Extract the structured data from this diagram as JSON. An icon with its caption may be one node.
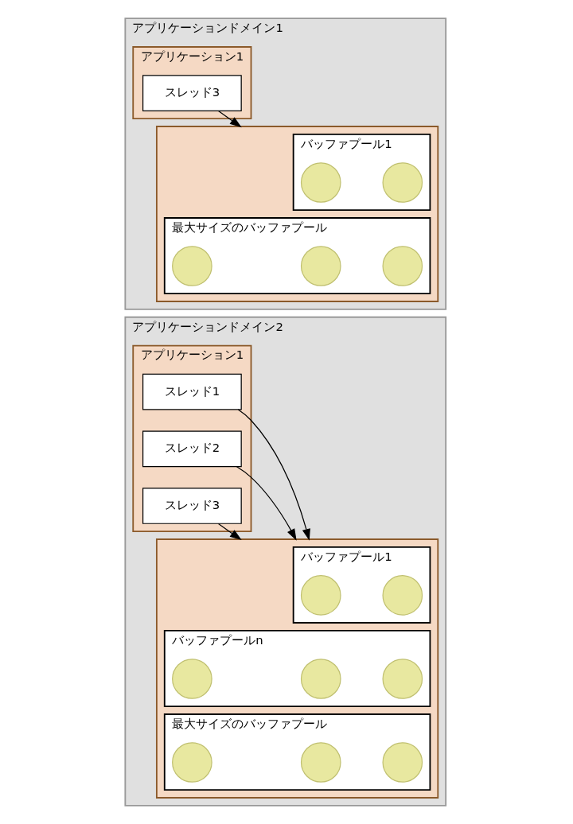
{
  "diagram": {
    "nodes": [
      {
        "text": [
          "アプリケーションドメイン1"
        ]
      },
      {
        "text": [
          "アプリケーション1"
        ],
        "in": 0
      },
      {
        "text": [
          "スレッド3"
        ],
        "in": 1
      },
      {
        "text": [],
        "shape": "box",
        "in": 0
      },
      {
        "text": [
          "バッファプール1"
        ],
        "in": 3
      },
      {
        "text": [],
        "shape": "circle",
        "in": 4
      },
      {
        "text": [],
        "shape": "circle",
        "in": 4
      },
      {
        "text": [
          "最大サイズのバッファプール"
        ],
        "in": 3
      },
      {
        "text": [],
        "shape": "circle",
        "in": 7
      },
      {
        "text": [],
        "shape": "circle",
        "in": 7
      },
      {
        "text": [],
        "shape": "circle",
        "in": 7
      },
      {
        "text": [
          "アプリケーションドメイン2"
        ]
      },
      {
        "text": [
          "アプリケーション1"
        ],
        "in": 11
      },
      {
        "text": [
          "スレッド1"
        ],
        "in": 12
      },
      {
        "text": [
          "スレッド2"
        ],
        "in": 12
      },
      {
        "text": [
          "スレッド3"
        ],
        "in": 12
      },
      {
        "text": [],
        "shape": "box",
        "in": 11
      },
      {
        "text": [
          "バッファプール1"
        ],
        "in": 16
      },
      {
        "text": [],
        "shape": "circle",
        "in": 17
      },
      {
        "text": [],
        "shape": "circle",
        "in": 17
      },
      {
        "text": [
          "バッファプールn"
        ],
        "in": 16
      },
      {
        "text": [],
        "shape": "circle",
        "in": 20
      },
      {
        "text": [],
        "shape": "circle",
        "in": 20
      },
      {
        "text": [],
        "shape": "circle",
        "in": 20
      },
      {
        "text": [
          "最大サイズのバッファプール"
        ],
        "in": 16
      },
      {
        "text": [],
        "shape": "circle",
        "in": 24
      },
      {
        "text": [],
        "shape": "circle",
        "in": 24
      },
      {
        "text": [],
        "shape": "circle",
        "in": 24
      }
    ],
    "edges": [
      {
        "from": 2,
        "to": 3,
        "arrow": "to"
      },
      {
        "from": 13,
        "to": 16,
        "arrow": "to"
      },
      {
        "from": 14,
        "to": 16,
        "arrow": "to"
      },
      {
        "from": 15,
        "to": 16,
        "arrow": "to"
      }
    ]
  }
}
